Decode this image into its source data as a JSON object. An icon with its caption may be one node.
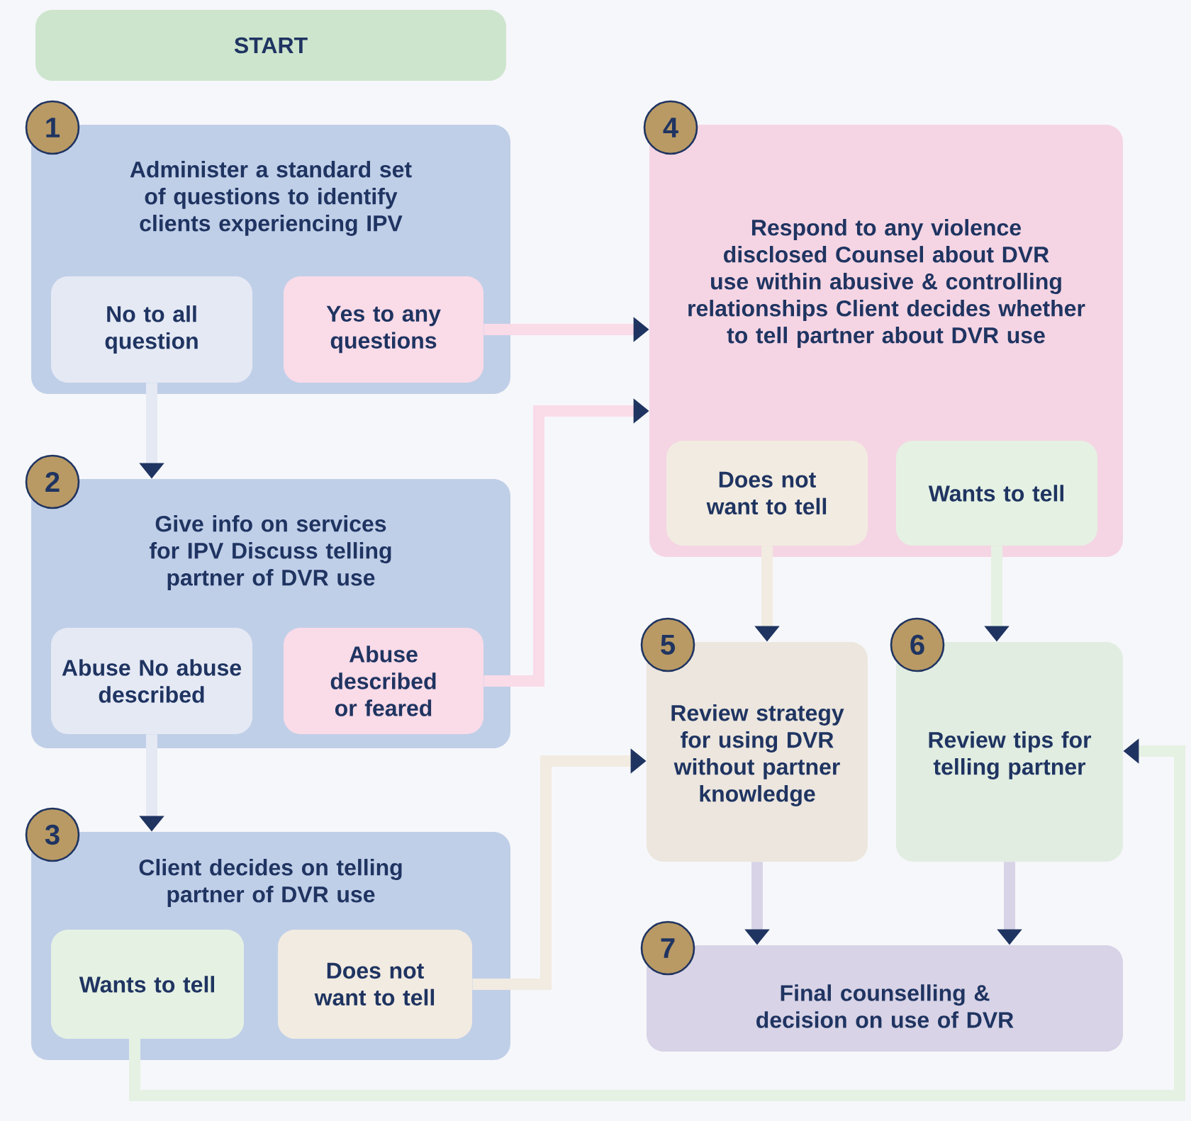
{
  "diagram": {
    "nodes": [
      {
        "text": [
          "START"
        ]
      },
      {
        "text": [
          "1",
          "Administer a standard set of questions to identify clients experiencing IPV"
        ]
      },
      {
        "text": [
          "No to all question"
        ],
        "in": 1
      },
      {
        "text": [
          "Yes to any questions"
        ],
        "in": 1
      },
      {
        "text": [
          "2",
          "Give info on services for IPV Discuss telling partner of DVR use"
        ]
      },
      {
        "text": [
          "Abuse No abuse described"
        ],
        "in": 4
      },
      {
        "text": [
          "Abuse described or feared"
        ],
        "in": 4
      },
      {
        "text": [
          "3",
          "Client decides on telling partner of DVR use"
        ]
      },
      {
        "text": [
          "Wants to tell"
        ],
        "in": 7
      },
      {
        "text": [
          "Does not want to tell"
        ],
        "in": 7
      },
      {
        "text": [
          "4",
          "Respond to any violence disclosed Counsel about DVR use within abusive & controlling relationships Client decides whether to tell partner about DVR use"
        ]
      },
      {
        "text": [
          "Does not want to tell"
        ],
        "in": 10
      },
      {
        "text": [
          "Wants to tell"
        ],
        "in": 10
      },
      {
        "text": [
          "5",
          "Review strategy for using DVR without partner knowledge"
        ]
      },
      {
        "text": [
          "6",
          "Review tips for telling partner"
        ]
      },
      {
        "text": [
          "7",
          "Final counselling & decision on use of DVR"
        ]
      }
    ],
    "edges": [
      {
        "from": 2,
        "to": 4,
        "arrow": "to",
        "color": "#e5e9f4"
      },
      {
        "from": 3,
        "to": 10,
        "arrow": "to",
        "color": "#fadbe8"
      },
      {
        "from": 6,
        "to": 10,
        "arrow": "to",
        "color": "#fadbe8"
      },
      {
        "from": 5,
        "to": 7,
        "arrow": "to",
        "color": "#e5e9f4"
      },
      {
        "from": 9,
        "to": 13,
        "arrow": "to",
        "color": "#f2ebe1"
      },
      {
        "from": 8,
        "to": 14,
        "arrow": "to",
        "color": "#e5f1e3"
      },
      {
        "from": 11,
        "to": 13,
        "arrow": "to",
        "color": "#f2ebe1"
      },
      {
        "from": 12,
        "to": 14,
        "arrow": "to",
        "color": "#e5f1e3"
      },
      {
        "from": 13,
        "to": 15,
        "arrow": "to",
        "color": "#d8d3e6"
      },
      {
        "from": 14,
        "to": 15,
        "arrow": "to",
        "color": "#d8d3e6"
      }
    ]
  }
}
